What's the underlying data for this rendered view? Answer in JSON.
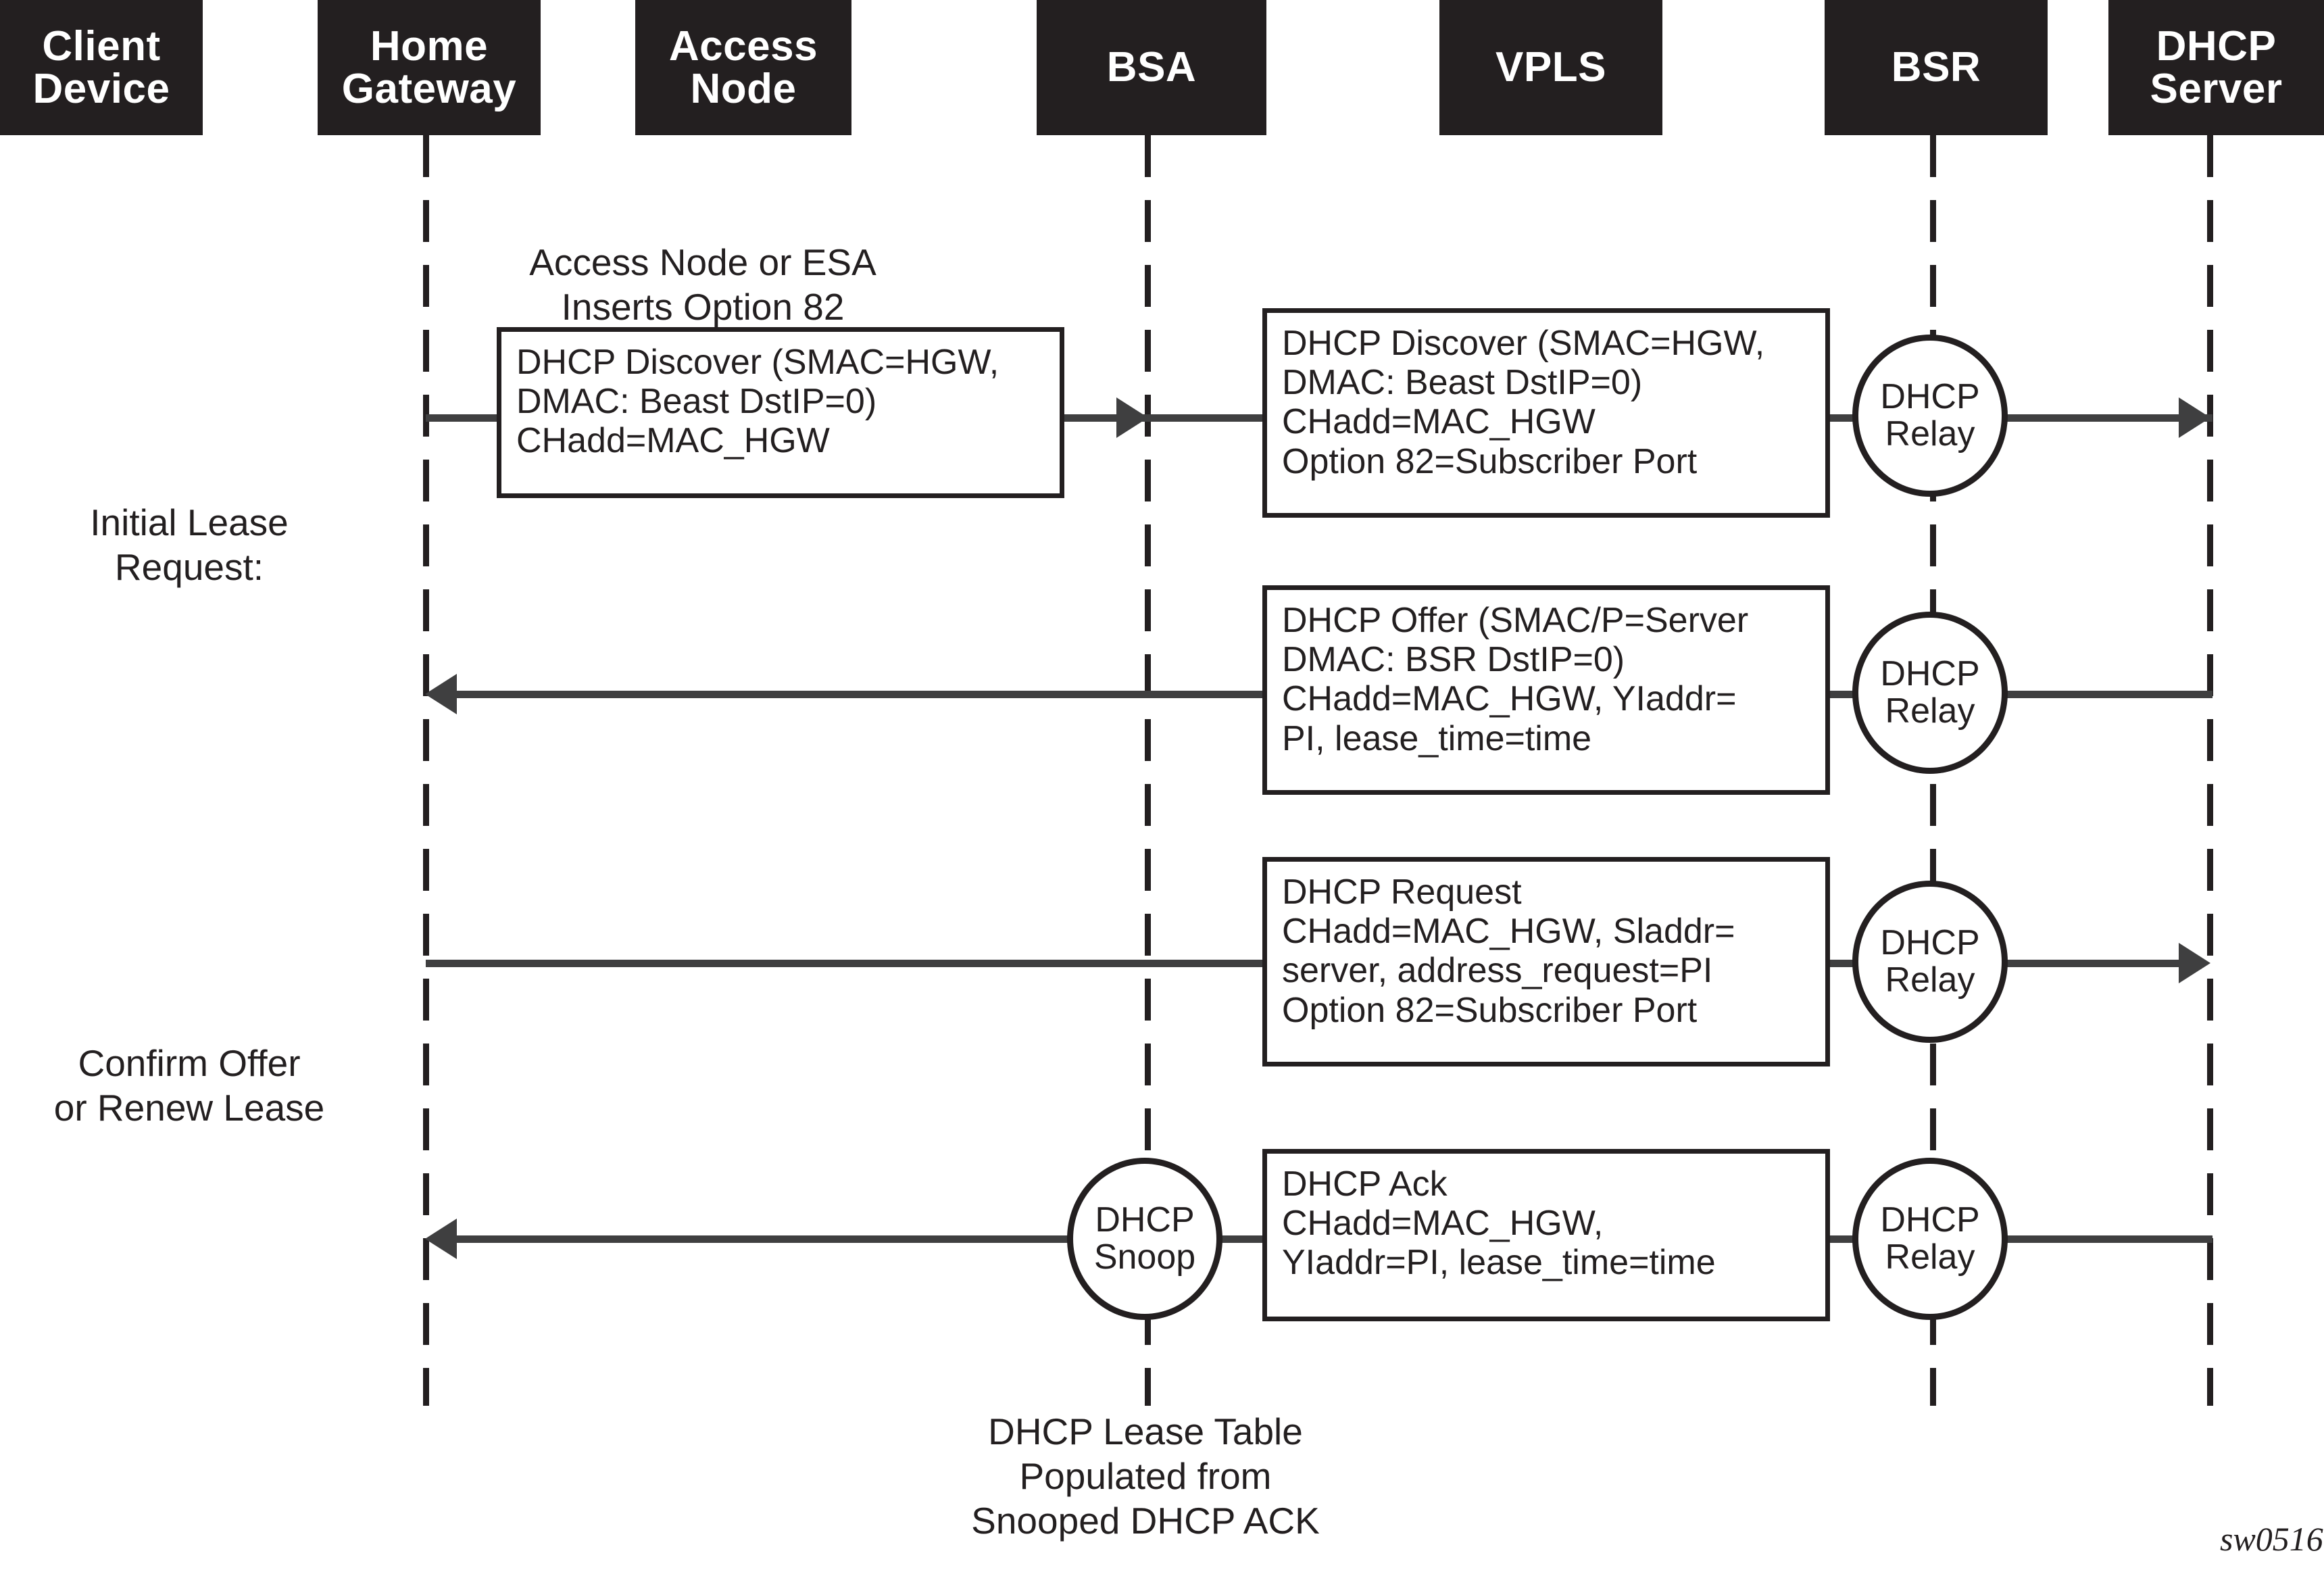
{
  "diagram": {
    "figure_id": "sw0516",
    "actors": [
      {
        "name": "client-device",
        "lines": [
          "Client",
          "Device"
        ],
        "has_lifeline": false
      },
      {
        "name": "home-gateway",
        "lines": [
          "Home",
          "Gateway"
        ],
        "has_lifeline": true
      },
      {
        "name": "access-node",
        "lines": [
          "Access",
          "Node"
        ],
        "has_lifeline": false
      },
      {
        "name": "bsa",
        "lines": [
          "BSA"
        ],
        "has_lifeline": true
      },
      {
        "name": "vpls",
        "lines": [
          "VPLS"
        ],
        "has_lifeline": false
      },
      {
        "name": "bsr",
        "lines": [
          "BSR"
        ],
        "has_lifeline": true
      },
      {
        "name": "dhcp-server",
        "lines": [
          "DHCP",
          "Server"
        ],
        "has_lifeline": true
      }
    ],
    "phase_labels": [
      {
        "name": "initial-lease-request",
        "text": "Initial Lease\nRequest:"
      },
      {
        "name": "confirm-offer-or-renew-lease",
        "text": "Confirm Offer\nor Renew Lease"
      }
    ],
    "annotations": [
      {
        "name": "option-82-insert-note",
        "text": "Access Node or ESA\nInserts Option 82"
      },
      {
        "name": "lease-table-note",
        "text": "DHCP Lease Table\nPopulated from\nSnooped DHCP ACK"
      }
    ],
    "nodes": [
      {
        "name": "dhcp-relay-discover",
        "lines": [
          "DHCP",
          "Relay"
        ]
      },
      {
        "name": "dhcp-relay-offer",
        "lines": [
          "DHCP",
          "Relay"
        ]
      },
      {
        "name": "dhcp-relay-request",
        "lines": [
          "DHCP",
          "Relay"
        ]
      },
      {
        "name": "dhcp-snoop-ack",
        "lines": [
          "DHCP",
          "Snoop"
        ]
      },
      {
        "name": "dhcp-relay-ack",
        "lines": [
          "DHCP",
          "Relay"
        ]
      }
    ],
    "messages": [
      {
        "name": "dhcp-discover-access",
        "text": "DHCP Discover (SMAC=HGW,\nDMAC: Beast DstIP=0)\nCHadd=MAC_HGW",
        "direction": "right"
      },
      {
        "name": "dhcp-discover-core",
        "text": "DHCP Discover (SMAC=HGW,\nDMAC: Beast DstIP=0)\nCHadd=MAC_HGW\nOption 82=Subscriber Port",
        "direction": "right"
      },
      {
        "name": "dhcp-offer",
        "text": "DHCP Offer (SMAC/P=Server\nDMAC: BSR DstIP=0)\nCHadd=MAC_HGW, YIaddr=\nPI, lease_time=time",
        "direction": "left"
      },
      {
        "name": "dhcp-request",
        "text": "DHCP Request\nCHadd=MAC_HGW, Sladdr=\nserver, address_request=PI\nOption 82=Subscriber Port",
        "direction": "right"
      },
      {
        "name": "dhcp-ack",
        "text": "DHCP Ack\nCHadd=MAC_HGW,\nYIaddr=PI, lease_time=time",
        "direction": "left"
      }
    ],
    "colors": {
      "actor_fill": "#231f20",
      "actor_text": "#ffffff",
      "line": "#3f3f40",
      "stroke": "#231f20",
      "background": "#ffffff"
    }
  }
}
